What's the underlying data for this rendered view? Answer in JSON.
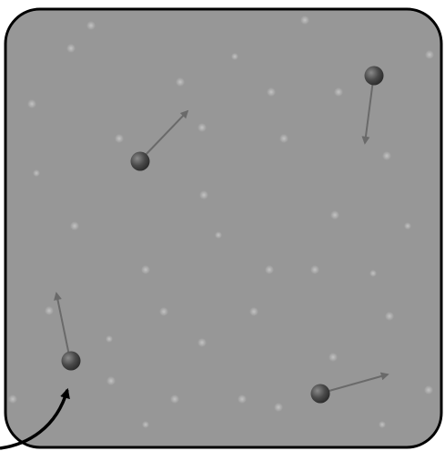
{
  "diagram": {
    "colors": {
      "container_fill": "#979797",
      "container_stroke": "#000000",
      "particle": "#4a4a4a",
      "velocity_arrow": "#6a6a6a",
      "background_dot": "#b8b8b8",
      "pointer_arrow": "#000000"
    },
    "particle_count": 4,
    "background_dot_count": 38,
    "pointer_arrow_count": 1
  }
}
